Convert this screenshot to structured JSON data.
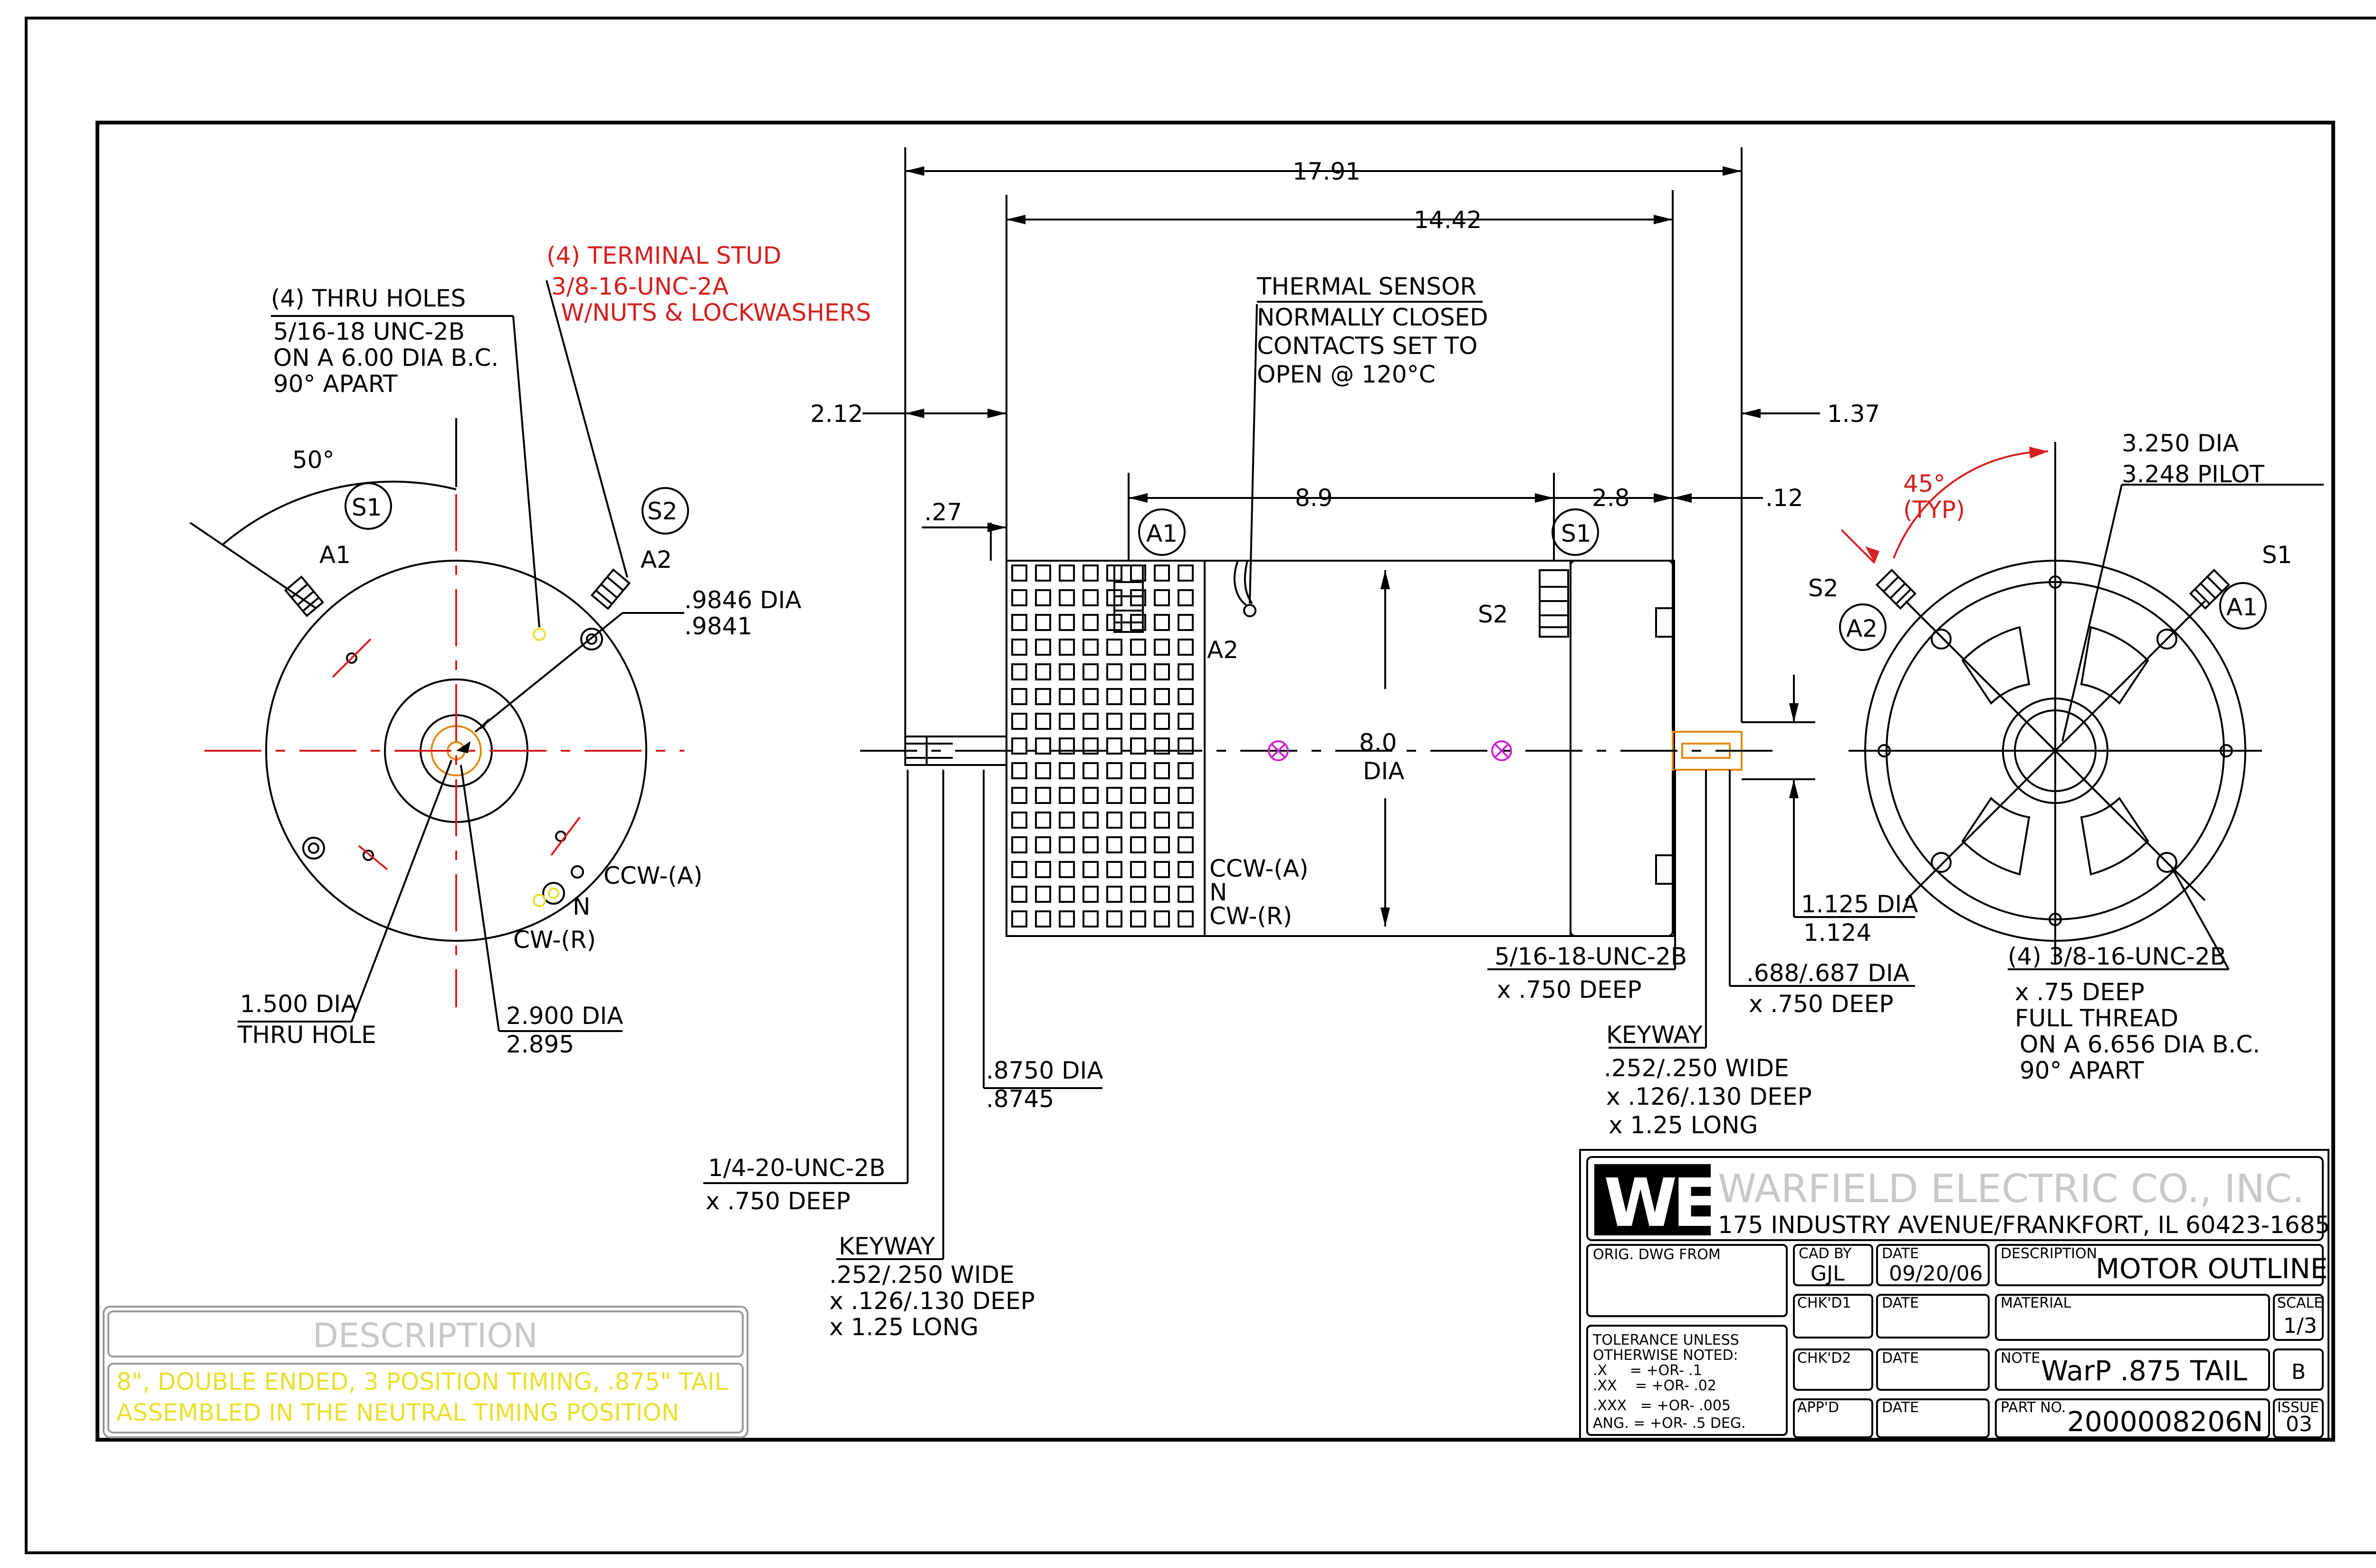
{
  "left_view": {
    "thru_holes_title": "(4) THRU HOLES",
    "thru_holes_l1": "5/16-18 UNC-2B",
    "thru_holes_l2": "ON A 6.00 DIA B.C.",
    "thru_holes_l3": "90° APART",
    "terminal_title": "(4) TERMINAL STUD",
    "terminal_l1": "3/8-16-UNC-2A",
    "terminal_l2": "W/NUTS & LOCKWASHERS",
    "angle": "50°",
    "s1": "S1",
    "s2": "S2",
    "a1": "A1",
    "a2": "A2",
    "dia_9846": ".9846 DIA",
    "dia_9841": ".9841",
    "ccw": "CCW-(A)",
    "n": "N",
    "cw": "CW-(R)",
    "dia_1500": "1.500 DIA",
    "thru_hole": "THRU HOLE",
    "dia_2900": "2.900 DIA",
    "dia_2895": "2.895"
  },
  "side_view": {
    "dim_1791": "17.91",
    "dim_1442": "14.42",
    "dim_212": "2.12",
    "dim_137": "1.37",
    "dim_27": ".27",
    "dim_89": "8.9",
    "dim_28": "2.8",
    "dim_12": ".12",
    "thermal_l1": "THERMAL SENSOR",
    "thermal_l2": "NORMALLY CLOSED",
    "thermal_l3": "CONTACTS SET TO",
    "thermal_l4": "OPEN @ 120°C",
    "a1": "A1",
    "a2": "A2",
    "s1": "S1",
    "s2": "S2",
    "dia_80": "8.0",
    "dia_word": "DIA",
    "ccw": "CCW-(A)",
    "n": "N",
    "cw": "CW-(R)",
    "tap_l1": "5/16-18-UNC-2B",
    "tap_l2": "x .750 DEEP",
    "dia_688": ".688/.687 DIA",
    "dia_688_deep": "x .750 DEEP",
    "dia_1125": "1.125 DIA",
    "dia_1124": "1.124",
    "keyway_r_title": "KEYWAY",
    "keyway_r_l1": ".252/.250 WIDE",
    "keyway_r_l2": "x .126/.130 DEEP",
    "keyway_r_l3": "x 1.25 LONG",
    "dia_8750": ".8750 DIA",
    "dia_8745": ".8745",
    "tap_left_l1": "1/4-20-UNC-2B",
    "tap_left_l2": "x .750 DEEP",
    "keyway_l_title": "KEYWAY",
    "keyway_l_l1": ".252/.250 WIDE",
    "keyway_l_l2": "x .126/.130 DEEP",
    "keyway_l_l3": "x 1.25 LONG"
  },
  "right_view": {
    "dia_3250": "3.250 DIA",
    "pilot_3248": "3.248 PILOT",
    "angle": "45°",
    "typ": "(TYP)",
    "s1": "S1",
    "s2": "S2",
    "a1": "A1",
    "a2": "A2",
    "holes_l1": "(4) 3/8-16-UNC-2B",
    "holes_l2": "x .75 DEEP",
    "holes_l3": "FULL THREAD",
    "holes_l4": "ON A 6.656 DIA B.C.",
    "holes_l5": "90° APART"
  },
  "description_box": {
    "title": "DESCRIPTION",
    "line1": "8\", DOUBLE ENDED, 3 POSITION TIMING, .875\" TAIL",
    "line2": "ASSEMBLED IN THE NEUTRAL TIMING POSITION"
  },
  "title_block": {
    "logo": "WE",
    "company": "WARFIELD ELECTRIC CO., INC.",
    "address": "175 INDUSTRY AVENUE/FRANKFORT, IL 60423-1685",
    "orig_dwg_label": "ORIG. DWG FROM",
    "cad_by_label": "CAD BY",
    "cad_by": "GJL",
    "date_label": "DATE",
    "date": "09/20/06",
    "description_label": "DESCRIPTION",
    "description": "MOTOR OUTLINE",
    "chkd1_label": "CHK'D1",
    "material_label": "MATERIAL",
    "scale_label": "SCALE",
    "scale": "1/3",
    "tol_l1": "TOLERANCE UNLESS",
    "tol_l2": "OTHERWISE NOTED:",
    "tol_l3": ".X     = +OR- .1",
    "tol_l4": ".XX    = +OR- .02",
    "tol_l5": ".XXX   = +OR- .005",
    "tol_l6": "ANG. = +OR- .5 DEG.",
    "chkd2_label": "CHK'D2",
    "note_label": "NOTE",
    "note": "WarP .875 TAIL",
    "rev": "B",
    "appd_label": "APP'D",
    "part_no_label": "PART NO.",
    "part_no": "2000008206N",
    "issue_label": "ISSUE",
    "issue": "03"
  },
  "colors": {
    "line": "#000000",
    "red": "#d32020",
    "yellow": "#e8e030",
    "orange": "#e08a10",
    "magenta": "#d020d0",
    "grey": "#c8c8c8"
  }
}
